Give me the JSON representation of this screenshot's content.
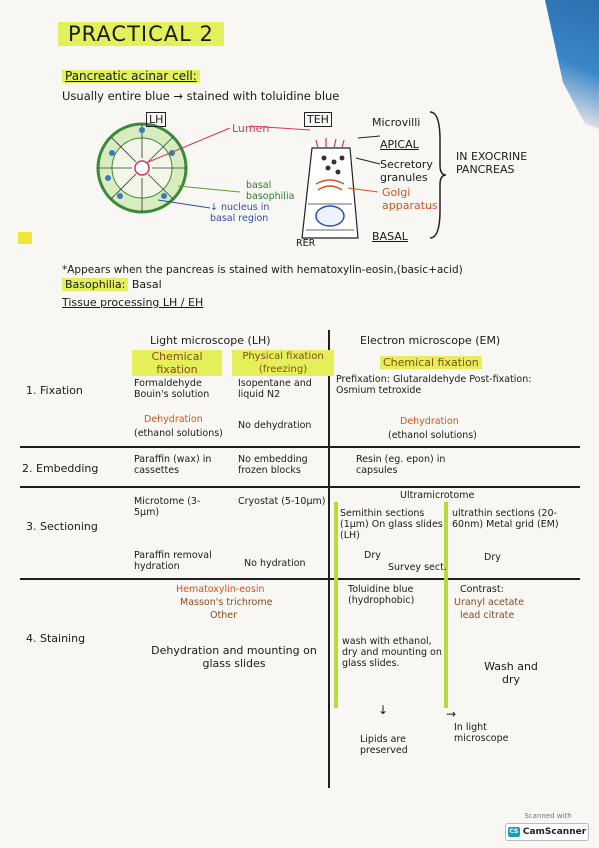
{
  "title": "PRACTICAL 2",
  "section1": {
    "heading": "Pancreatic acinar cell:",
    "line1": "Usually entire blue → stained with toluidine blue",
    "lh_box": "LH",
    "teh_box": "TEH",
    "lumen": "Lumen",
    "microvilli": "Microvilli",
    "apical": "APICAL",
    "secretory": "Secretory granules",
    "golgi": "Golgi apparatus",
    "basal": "BASAL",
    "basal_basophilia": "basal basophilia",
    "nucleus": "↓ nucleus in basal region",
    "rer": "RER",
    "in_exocrine": "IN EXOCRINE PANCREAS",
    "appears": "*Appears when the pancreas is stained with hematoxylin-eosin,(basic+acid)",
    "basophilia": "Basophilia:",
    "basophilia_val": "Basal",
    "tissue": "Tissue processing LH / EH"
  },
  "table": {
    "lm_header": "Light microscope (LH)",
    "em_header": "Electron microscope (EM)",
    "chem_fix": "Chemical fixation",
    "phys_fix": "Physical fixation (freezing)",
    "chem_fix_em": "Chemical fixation",
    "r1": {
      "label": "1. Fixation",
      "chem": "Formaldehyde Bouin's solution",
      "phys": "Isopentane and liquid N2",
      "em": "Prefixation: Glutaraldehyde Post-fixation: Osmium tetroxide",
      "dehyd": "Dehydration",
      "ethanol": "(ethanol solutions)",
      "no_dehyd": "No dehydration",
      "dehyd_em": "Dehydration",
      "ethanol_em": "(ethanol solutions)"
    },
    "r2": {
      "label": "2. Embedding",
      "lm1": "Paraffin (wax) in cassettes",
      "lm2": "No embedding frozen blocks",
      "em": "Resin (eg. epon) in capsules"
    },
    "r3": {
      "label": "3. Sectioning",
      "ultra": "Ultramicrotome",
      "microtome": "Microtome (3-5μm)",
      "cryostat": "Cryostat (5-10μm)",
      "semithin": "Semithin sections (1μm) On glass slides (LH)",
      "ultrathin": "ultrathin sections (20-60nm) Metal grid (EM)",
      "paraffin_rem": "Paraffin removal hydration",
      "no_hyd": "No hydration",
      "dry1": "Dry",
      "survey": "Survey sect.",
      "dry2": "Dry"
    },
    "r4": {
      "label": "4. Staining",
      "he": "Hematoxylin-eosin",
      "masson": "Masson's trichrome",
      "other": "Other",
      "toluidine": "Toluidine blue (hydrophobic)",
      "contrast": "Contrast:",
      "uranyl": "Uranyl acetate",
      "lead": "lead citrate",
      "dehyd_mount": "Dehydration and mounting on glass slides",
      "wash1": "wash with ethanol, dry and mounting on glass slides.",
      "wash2": "Wash and dry",
      "lipids": "Lipids are preserved",
      "in_light": "In light microscope"
    }
  },
  "scanned_with": "Scanned with",
  "camscanner": "CamScanner"
}
